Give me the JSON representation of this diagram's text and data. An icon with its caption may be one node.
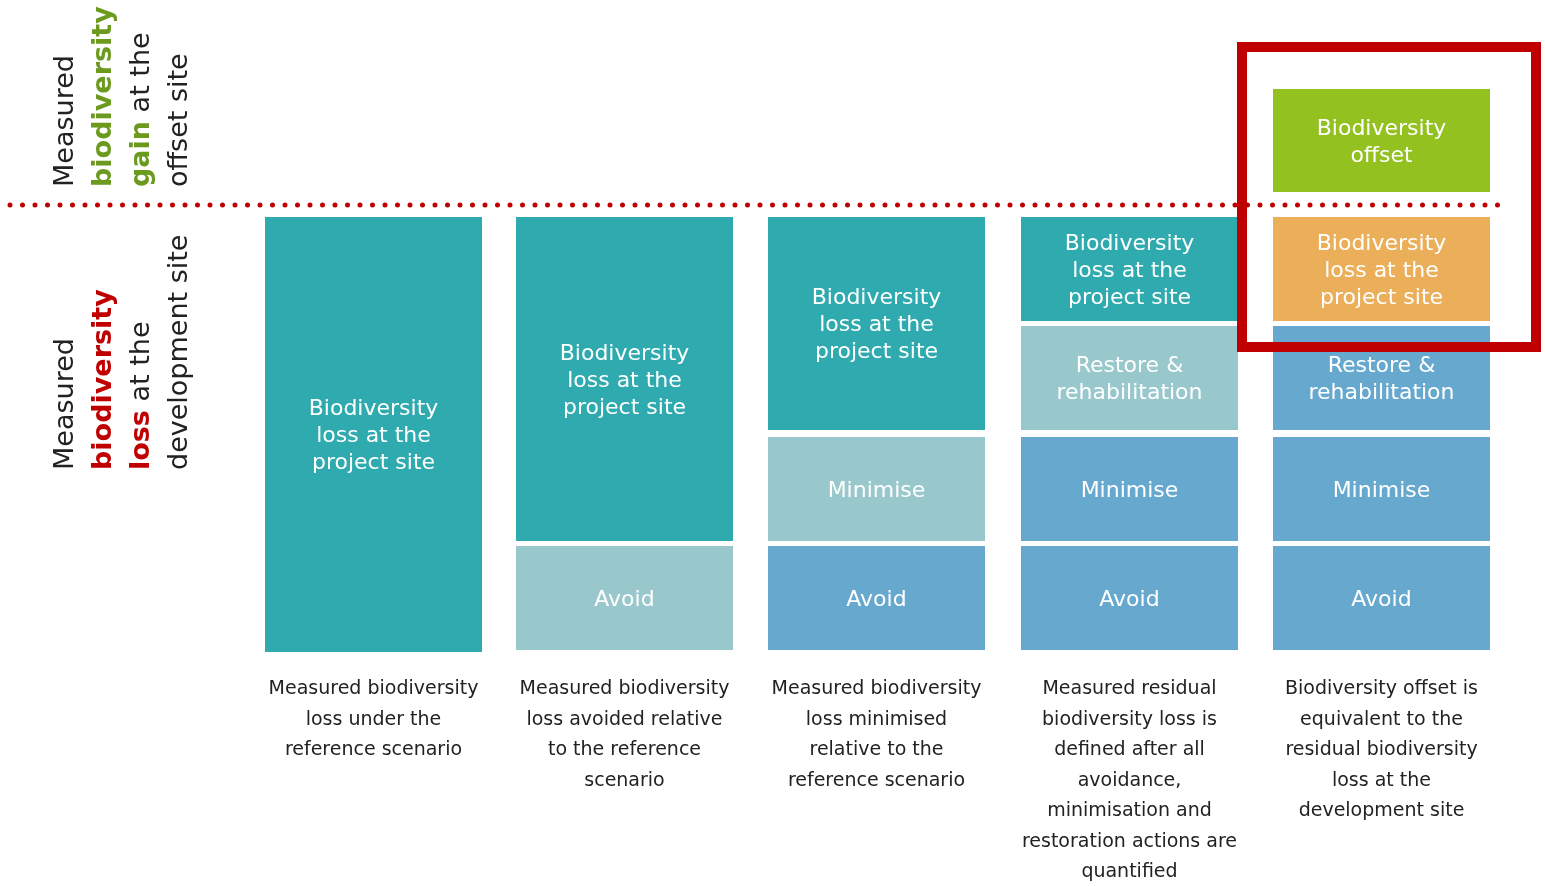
{
  "diagram": {
    "nodes": [
      {
        "text": [],
        "shape": "box"
      },
      {
        "text": [
          "Biodiversity offset"
        ],
        "in": 0
      },
      {
        "text": [
          "Biodiversity loss at the project site"
        ]
      },
      {
        "text": [
          "Biodiversity loss at the project site"
        ]
      },
      {
        "text": [
          "Avoid"
        ]
      },
      {
        "text": [
          "Biodiversity loss at the project site"
        ]
      },
      {
        "text": [
          "Minimise"
        ]
      },
      {
        "text": [
          "Avoid"
        ]
      },
      {
        "text": [
          "Biodiversity loss at the project site"
        ]
      },
      {
        "text": [
          "Restore & rehabilitation"
        ]
      },
      {
        "text": [
          "Minimise"
        ]
      },
      {
        "text": [
          "Avoid"
        ]
      },
      {
        "text": [
          "Biodiversity loss at the project site"
        ],
        "in": 0
      },
      {
        "text": [
          "Restore & rehabilitation"
        ]
      },
      {
        "text": [
          "Minimise"
        ]
      },
      {
        "text": [
          "Avoid"
        ]
      }
    ],
    "edges": [],
    "labels": [
      "Measured **biodiversity gain** at the offset site",
      "Measured **biodiversity loss** at the development site",
      "Measured biodiversity loss under the reference scenario",
      "Measured biodiversity loss avoided relative to the reference scenario",
      "Measured biodiversity loss minimised relative to the reference scenario",
      "Measured residual biodiversity loss is defined after all avoidance, minimisation and restoration actions are quantified",
      "Biodiversity offset is equivalent to the residual biodiversity loss at the development site"
    ]
  }
}
